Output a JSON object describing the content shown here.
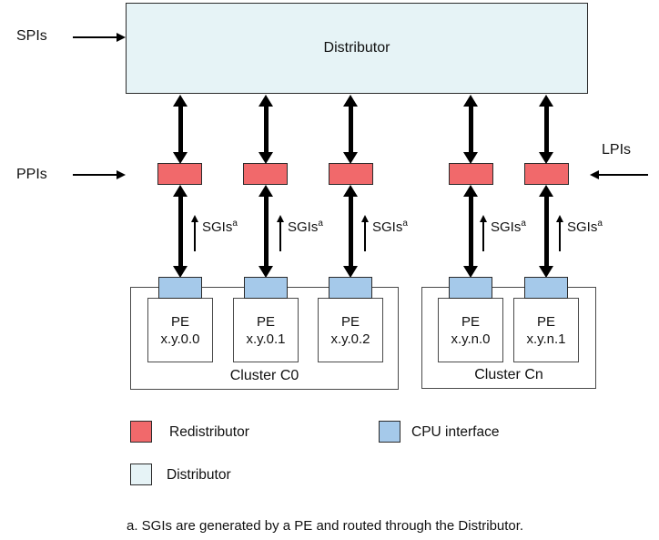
{
  "labels": {
    "spis": "SPIs",
    "ppis": "PPIs",
    "lpis": "LPIs",
    "distributor": "Distributor",
    "sgi": "SGIs",
    "sgi_sup": "a"
  },
  "clusters": [
    {
      "label": "Cluster C0",
      "pes": [
        {
          "line1": "PE",
          "line2": "x.y.0.0"
        },
        {
          "line1": "PE",
          "line2": "x.y.0.1"
        },
        {
          "line1": "PE",
          "line2": "x.y.0.2"
        }
      ]
    },
    {
      "label": "Cluster Cn",
      "pes": [
        {
          "line1": "PE",
          "line2": "x.y.n.0"
        },
        {
          "line1": "PE",
          "line2": "x.y.n.1"
        }
      ]
    }
  ],
  "legend": [
    {
      "label": "Redistributor",
      "color": "#f1696b"
    },
    {
      "label": "CPU interface",
      "color": "#a5c9ea"
    },
    {
      "label": "Distributor",
      "color": "#e6f3f6"
    }
  ],
  "colors": {
    "redistributor": "#f1696b",
    "cpu_interface": "#a5c9ea",
    "distributor": "#e6f3f6",
    "arrow": "#000000"
  },
  "footnote": "a. SGIs are generated by a PE and routed through the Distributor."
}
